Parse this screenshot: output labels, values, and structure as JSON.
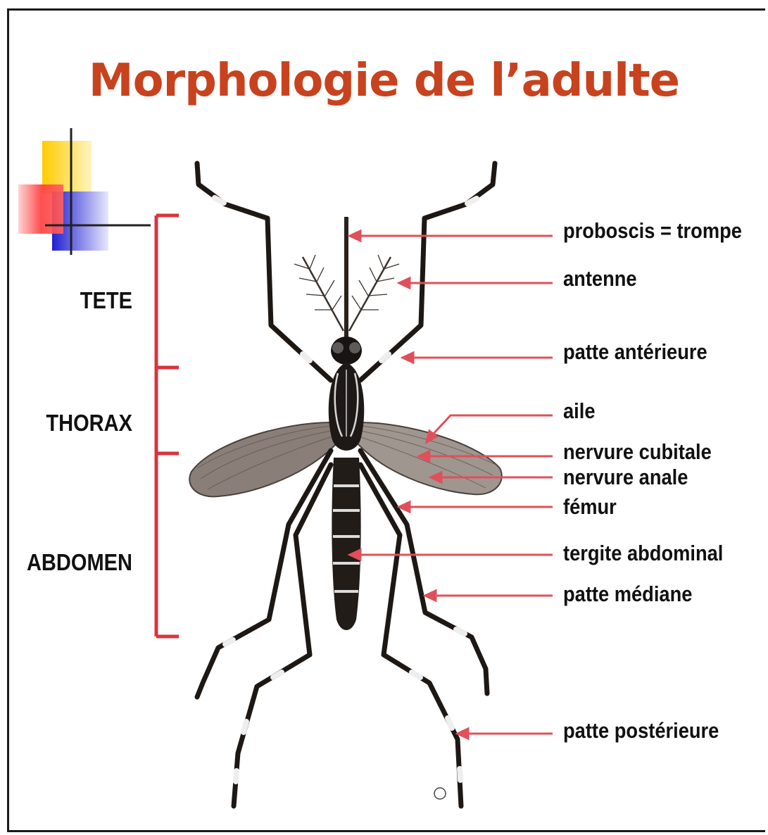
{
  "title": "Morphologie de l’adulte",
  "regions": {
    "head": "TETE",
    "thorax": "THORAX",
    "abdomen": "ABDOMEN"
  },
  "labels": {
    "proboscis": "proboscis = trompe",
    "antenna": "antenne",
    "front_leg": "patte antérieure",
    "wing": "aile",
    "cubital_vein": "nervure cubitale",
    "anal_vein": "nervure anale",
    "femur": "fémur",
    "abdominal_tergite": "tergite abdominal",
    "middle_leg": "patte médiane",
    "hind_leg": "patte postérieure"
  },
  "colors": {
    "title": "#c8421e",
    "arrow": "#e0505a",
    "bracket": "#d9343c",
    "decor_yellow": "#ffcc00",
    "decor_red": "#ff3030",
    "decor_blue": "#2020d0"
  }
}
